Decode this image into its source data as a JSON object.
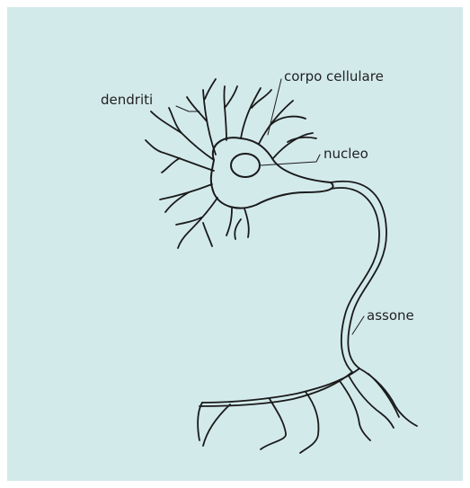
{
  "diagram": {
    "labels": {
      "dendrites": "dendriti",
      "cell_body": "corpo cellulare",
      "nucleus": "nucleo",
      "axon": "assone"
    },
    "colors": {
      "background": "#d3eaeb",
      "line": "#1a1a1a"
    }
  }
}
